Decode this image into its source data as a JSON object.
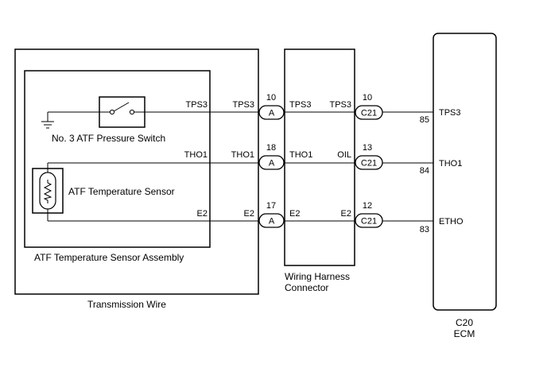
{
  "diagram": {
    "transmission_wire": "Transmission Wire",
    "sensor_assembly": "ATF Temperature Sensor Assembly",
    "pressure_switch": "No. 3 ATF Pressure Switch",
    "temp_sensor": "ATF Temperature Sensor",
    "harness_line1": "Wiring Harness",
    "harness_line2": "Connector",
    "ecm_code": "C20",
    "ecm_name": "ECM",
    "conn_a": "A",
    "conn_c21": "C21",
    "rows": [
      {
        "inner": "TPS3",
        "tw": "TPS3",
        "a_pin": "10",
        "wh_left": "TPS3",
        "wh_right": "TPS3",
        "c21_pin": "10",
        "ecm_pin": "85",
        "ecm_term": "TPS3"
      },
      {
        "inner": "THO1",
        "tw": "THO1",
        "a_pin": "18",
        "wh_left": "THO1",
        "wh_right": "OIL",
        "c21_pin": "13",
        "ecm_pin": "84",
        "ecm_term": "THO1"
      },
      {
        "inner": "E2",
        "tw": "E2",
        "a_pin": "17",
        "wh_left": "E2",
        "wh_right": "E2",
        "c21_pin": "12",
        "ecm_pin": "83",
        "ecm_term": "ETHO"
      }
    ]
  }
}
